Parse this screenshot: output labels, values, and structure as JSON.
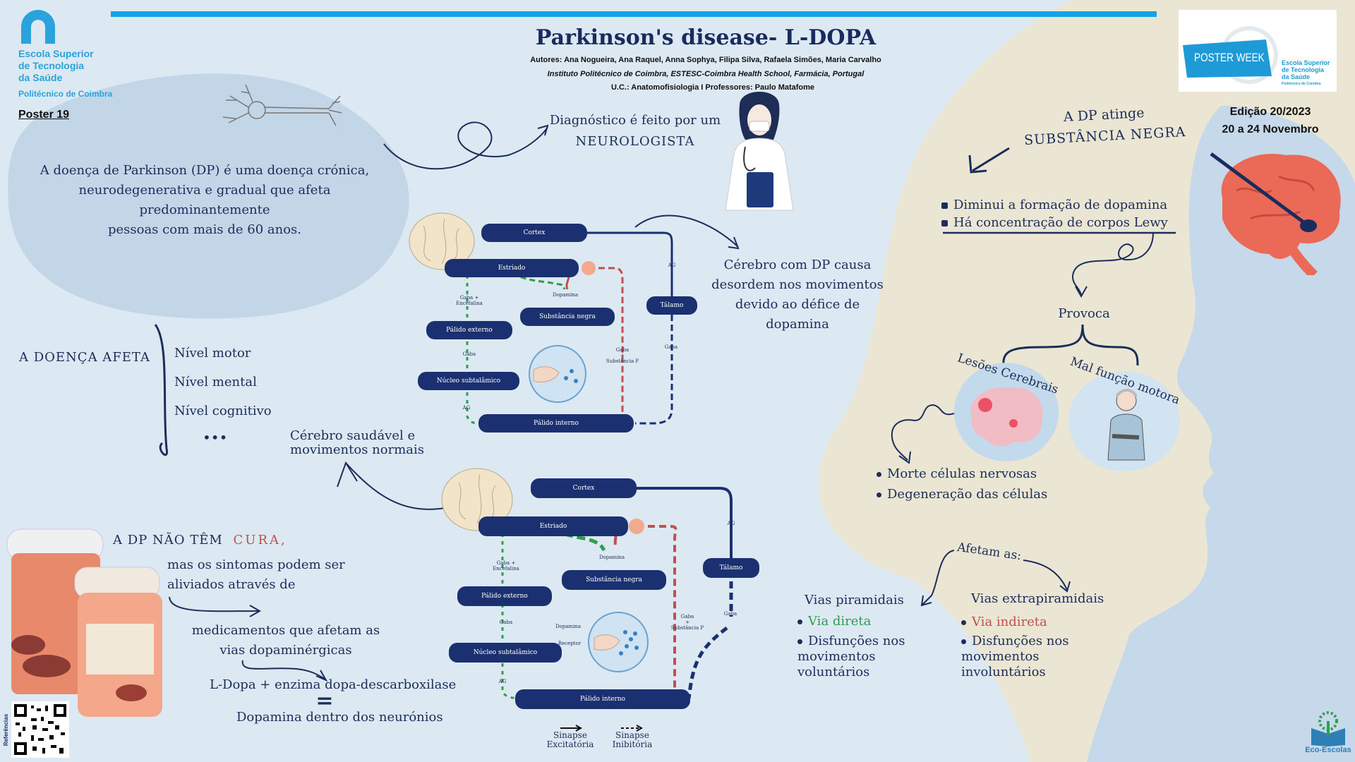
{
  "header": {
    "title": "Parkinson's disease- L-DOPA",
    "authors": "Autores: Ana Nogueira, Ana Raquel, Anna Sophya, Filipa Silva, Rafaela Simões, Maria Carvalho",
    "institution": "Instituto Politécnico de Coimbra, ESTESC-Coimbra Health School, Farmácia, Portugal",
    "course": "U.C.: Anatomofisiologia I  Professores: Paulo Matafome"
  },
  "logo": {
    "line1": "Escola Superior",
    "line2": "de Tecnologia",
    "line3": "da Saúde",
    "line4": "Politécnico de Coimbra"
  },
  "poster_number": "Poster  19",
  "poster_week": {
    "badge": "POSTER WEEK",
    "line1": "Escola Superior",
    "line2": "de Tecnologia",
    "line3": "da Saúde",
    "line4": "Politécnico de Coimbra"
  },
  "edition": {
    "line1": "Edição 20/2023",
    "line2": "20 a 24 Novembro"
  },
  "intro": {
    "line1": "A doença de Parkinson (DP) é uma doença crónica,",
    "line2": "neurodegenerativa e gradual que afeta predominantemente",
    "line3": "pessoas com mais de 60 anos."
  },
  "diagnosis": {
    "line1": "Diagnóstico é feito por um",
    "line2": "NEUROLOGISTA"
  },
  "dp_brain": {
    "line1": "Cérebro com DP causa",
    "line2": "desordem nos movimentos",
    "line3": "devido ao défice de",
    "line4": "dopamina"
  },
  "affects": {
    "label": "A DOENÇA AFETA",
    "items": [
      "Nível motor",
      "Nível mental",
      "Nível cognitivo"
    ],
    "ellipsis": "•••"
  },
  "healthy_brain": {
    "line1": "Cérebro saudável e",
    "line2": "movimentos normais"
  },
  "no_cure": {
    "part1": "A DP NÃO TÊM",
    "part2": "CURA,",
    "line2": "mas os sintomas podem ser",
    "line3": "aliviados através de",
    "line4": "medicamentos que afetam as",
    "line5": "vias dopaminérgicas",
    "line6": "L-Dopa + enzima dopa-descarboxilase",
    "equals": "=",
    "line7": "Dopamina dentro dos neurónios"
  },
  "references_label": "Referências",
  "diagram": {
    "cortex": "Cortex",
    "estriado": "Estriado",
    "substancia_negra": "Substância negra",
    "palido_externo": "Pálido externo",
    "nucleo": "Núcleo subtalâmico",
    "palido_interno": "Pálido interno",
    "talamo": "Tálamo",
    "dopamina": "Dopamina",
    "gaba_encefalina": "Gaba +\nEncefalina",
    "gaba": "Gaba",
    "ag": "AG",
    "gaba_substancia_p": "Gaba\n+\nSubstância P",
    "receptor": "Receptor",
    "dopamina_label": "Dopamina"
  },
  "legend": {
    "excit": "Sinapse\nExcitatória",
    "inhib": "Sinapse\nInibitória"
  },
  "substancia": {
    "title1": "A DP atinge",
    "title2": "SUBSTÂNCIA NEGRA",
    "bullet1": "Diminui a formação de dopamina",
    "bullet2": "Há concentração de corpos Lewy",
    "provoca": "Provoca",
    "lesoes": "Lesões Cerebrais",
    "mal": "Mal função motora",
    "morte": "Morte células nervosas",
    "degeneracao": "Degeneração das células"
  },
  "vias": {
    "afetam": "Afetam as:",
    "piramidais": "Vias piramidais",
    "direta": "Via direta",
    "disf_vol": "Disfunções nos\nmovimentos\nvoluntários",
    "extrapiramidais": "Vias extrapiramidais",
    "indireta": "Via indireta",
    "disf_invol": "Disfunções nos\nmovimentos\ninvoluntários"
  },
  "eco": "Eco-Escolas",
  "colors": {
    "navy": "#1a3070",
    "green": "#2e9e4f",
    "red": "#c0504d",
    "blue_bar": "#14a4e6",
    "beige": "#ebe6d3"
  }
}
